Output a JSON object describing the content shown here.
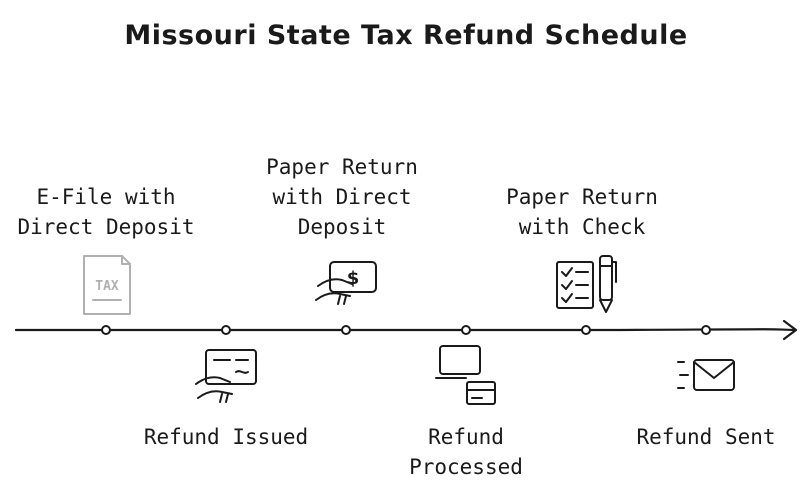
{
  "title": "Missouri State Tax Refund Schedule",
  "timeline": {
    "top_items": [
      {
        "label": "E-File with\nDirect Deposit",
        "icon": "tax-document-icon"
      },
      {
        "label": "Paper Return\nwith Direct\nDeposit",
        "icon": "cash-in-hand-icon"
      },
      {
        "label": "Paper Return\nwith Check",
        "icon": "checklist-pen-icon"
      }
    ],
    "bottom_items": [
      {
        "label": "Refund Issued",
        "icon": "card-payment-icon"
      },
      {
        "label": "Refund\nProcessed",
        "icon": "laptop-card-icon"
      },
      {
        "label": "Refund Sent",
        "icon": "envelope-icon"
      }
    ]
  },
  "colors": {
    "ink": "#1a1a1a",
    "muted_icon": "#b0b0b0"
  }
}
